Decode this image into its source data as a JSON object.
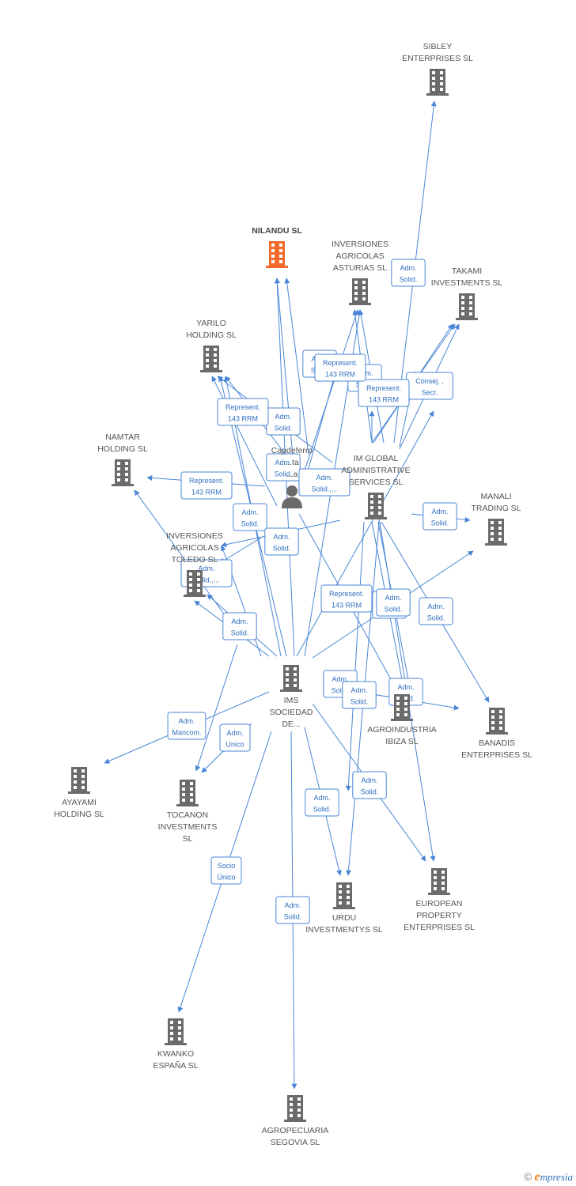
{
  "colors": {
    "edge": "#4a86d6",
    "building": "#6b6b6b",
    "highlight": "#f26b2a"
  },
  "nodes": [
    {
      "id": "sibley",
      "type": "company",
      "lines": [
        "SIBLEY",
        "ENTERPRISES SL"
      ]
    },
    {
      "id": "nilandu",
      "type": "company",
      "highlight": true,
      "lines": [
        "NILANDU  SL"
      ]
    },
    {
      "id": "inv_ast",
      "type": "company",
      "lines": [
        "INVERSIONES",
        "AGRICOLAS",
        "ASTURIAS  SL"
      ]
    },
    {
      "id": "takami",
      "type": "company",
      "lines": [
        "TAKAMI",
        "INVESTMENTS SL"
      ]
    },
    {
      "id": "yarilo",
      "type": "company",
      "lines": [
        "YARILO",
        "HOLDING SL"
      ]
    },
    {
      "id": "namtar",
      "type": "company",
      "lines": [
        "NAMTAR",
        "HOLDING SL"
      ]
    },
    {
      "id": "person",
      "type": "person",
      "lines": [
        "Capdeferro",
        "...ta",
        "...a"
      ]
    },
    {
      "id": "imglobal",
      "type": "company",
      "lines": [
        "IM GLOBAL",
        "ADMINISTRATIVE",
        "SERVICES  SL"
      ]
    },
    {
      "id": "manali",
      "type": "company",
      "lines": [
        "MANALI",
        "TRADING SL"
      ]
    },
    {
      "id": "inv_tol",
      "type": "company",
      "lines": [
        "INVERSIONES",
        "AGRICOLAS",
        "TOLEDO  SL"
      ]
    },
    {
      "id": "ims",
      "type": "company",
      "lines": [
        "IMS",
        "SOCIEDAD",
        "DE..."
      ]
    },
    {
      "id": "agroibiza",
      "type": "company",
      "lines": [
        "AGROINDUSTRIA",
        "IBIZA  SL"
      ]
    },
    {
      "id": "banadis",
      "type": "company",
      "lines": [
        "BANADIS",
        "ENTERPRISES SL"
      ]
    },
    {
      "id": "ayayami",
      "type": "company",
      "lines": [
        "AYAYAMI",
        "HOLDING SL"
      ]
    },
    {
      "id": "tocanon",
      "type": "company",
      "lines": [
        "TOCANON",
        "INVESTMENTS",
        "SL"
      ]
    },
    {
      "id": "urdu",
      "type": "company",
      "lines": [
        "URDU",
        "INVESTMENTYS SL"
      ]
    },
    {
      "id": "european",
      "type": "company",
      "lines": [
        "EUROPEAN",
        "PROPERTY",
        "ENTERPRISES SL"
      ]
    },
    {
      "id": "kwanko",
      "type": "company",
      "lines": [
        "KWANKO",
        "ESPAÑA  SL"
      ]
    },
    {
      "id": "agrosegovia",
      "type": "company",
      "lines": [
        "AGROPECUARIA",
        "SEGOVIA  SL"
      ]
    }
  ],
  "edges": [
    {
      "label": [
        "Adm.",
        "Solid."
      ]
    },
    {
      "label": [
        "Consej. ,",
        "Secr."
      ]
    },
    {
      "label": [
        "Adm.",
        "Solid."
      ]
    },
    {
      "label": [
        "Represent.",
        "143 RRM"
      ]
    },
    {
      "label": [
        "Adm.",
        "Solid."
      ]
    },
    {
      "label": [
        "Represent.",
        "143 RRM"
      ]
    },
    {
      "label": [
        "Adm.",
        "Solid."
      ]
    },
    {
      "label": [
        "Represent.",
        "143 RRM"
      ]
    },
    {
      "label": [
        "Adm.",
        "Solid."
      ]
    },
    {
      "label": [
        "Adm.",
        "Solid.,..."
      ]
    },
    {
      "label": [
        "Adm.",
        "Solid."
      ]
    },
    {
      "label": [
        "Represent.",
        "143 RRM"
      ]
    },
    {
      "label": [
        "Adm.",
        "Solid."
      ]
    },
    {
      "label": [
        "Adm.",
        "Solid.,..."
      ]
    },
    {
      "label": [
        "Adm.",
        "Solid."
      ]
    },
    {
      "label": [
        "Adm.",
        "Solid."
      ]
    },
    {
      "label": [
        "Represent.",
        "143 RRM"
      ]
    },
    {
      "label": [
        "Adm.",
        "Solid."
      ]
    },
    {
      "label": [
        "Adm.",
        "Solid."
      ]
    },
    {
      "label": [
        "Adm.",
        "Solid."
      ]
    },
    {
      "label": [
        "Adm.",
        "Solid."
      ]
    },
    {
      "label": [
        "Adm.",
        "Solid."
      ]
    },
    {
      "label": [
        "Adm.",
        "Mancom."
      ]
    },
    {
      "label": [
        "Adm.",
        "Unico"
      ]
    },
    {
      "label": [
        "Socio",
        "Único"
      ]
    },
    {
      "label": [
        "Adm.",
        "Solid."
      ]
    },
    {
      "label": [
        "Adm.",
        "Solid."
      ]
    },
    {
      "label": [
        "Adm.",
        "Solid."
      ]
    },
    {
      "label": [
        "Adm.",
        "Solid."
      ]
    }
  ],
  "footer": {
    "copyright": "©",
    "brand_initial": "e",
    "brand_rest": "mpresia"
  }
}
